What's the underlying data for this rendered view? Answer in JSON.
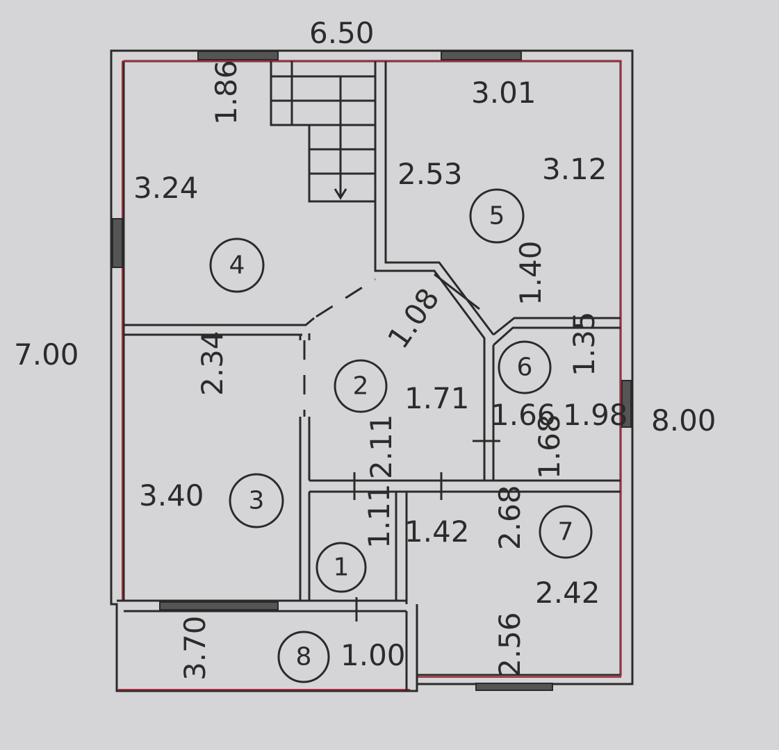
{
  "overall": {
    "width": "6.50",
    "depth_left": "7.00",
    "depth_right": "8.00"
  },
  "rooms": [
    {
      "number": "1",
      "dims": [
        "1.11"
      ]
    },
    {
      "number": "2",
      "dims": [
        "1.08",
        "1.71",
        "2.11"
      ]
    },
    {
      "number": "3",
      "dims": [
        "2.34",
        "3.40"
      ]
    },
    {
      "number": "4",
      "dims": [
        "1.86",
        "3.24"
      ]
    },
    {
      "number": "5",
      "dims": [
        "3.01",
        "2.53",
        "3.12",
        "1.40"
      ]
    },
    {
      "number": "6",
      "dims": [
        "1.35",
        "1.66",
        "1.98",
        "1.68"
      ]
    },
    {
      "number": "7",
      "dims": [
        "1.42",
        "2.68",
        "2.42",
        "2.56"
      ]
    },
    {
      "number": "8",
      "dims": [
        "3.70",
        "1.00"
      ]
    }
  ]
}
